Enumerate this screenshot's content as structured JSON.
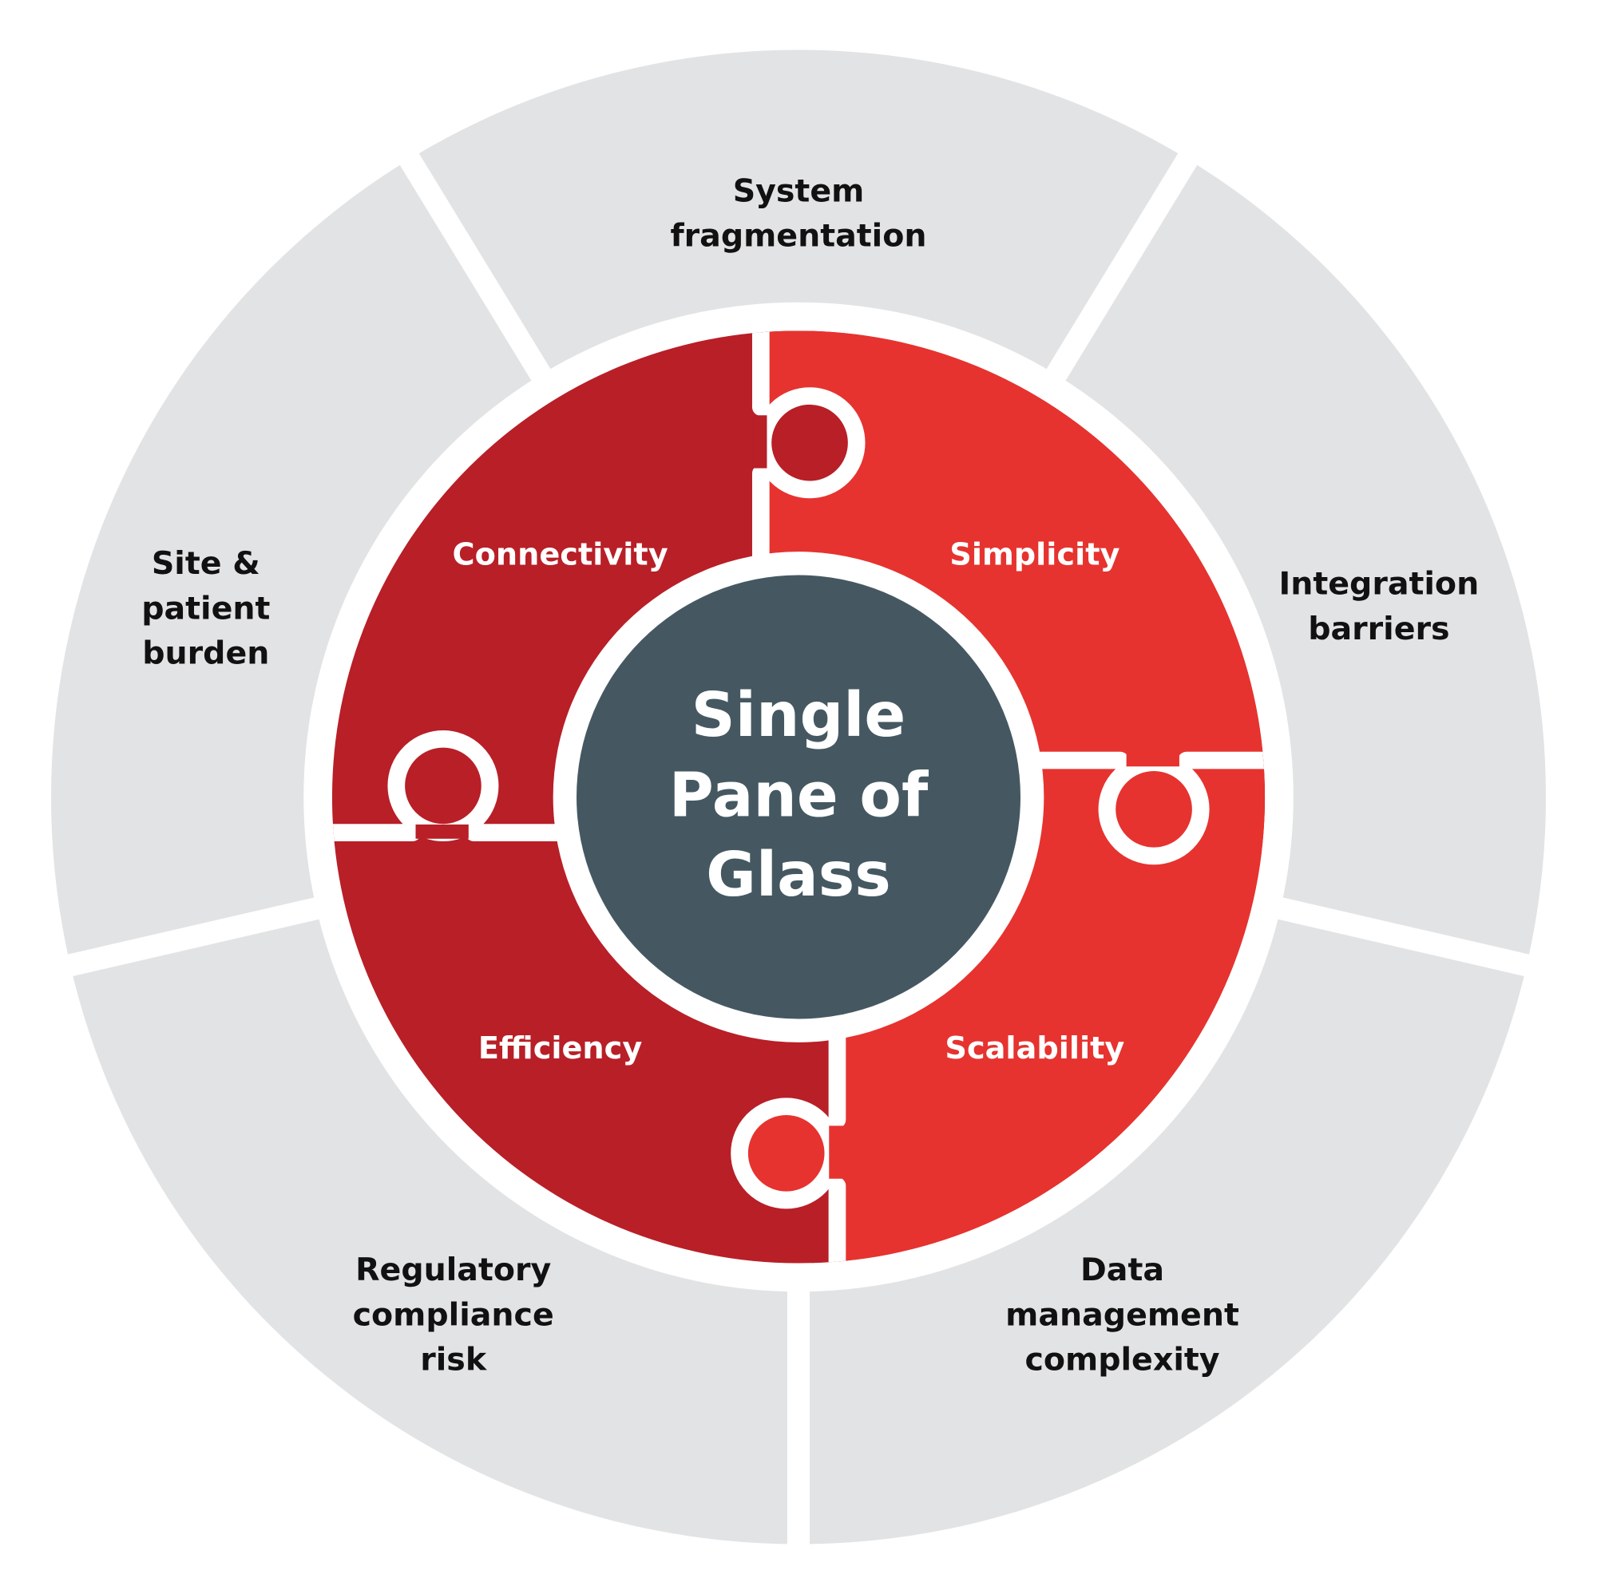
{
  "center": {
    "lines": [
      "Single",
      "Pane of",
      "Glass"
    ]
  },
  "pieces": [
    {
      "label": "Connectivity"
    },
    {
      "label": "Simplicity"
    },
    {
      "label": "Efficiency"
    },
    {
      "label": "Scalability"
    }
  ],
  "challenges": [
    {
      "lines": [
        "System",
        "fragmentation"
      ]
    },
    {
      "lines": [
        "Integration",
        "barriers"
      ]
    },
    {
      "lines": [
        "Data",
        "management",
        "complexity"
      ]
    },
    {
      "lines": [
        "Regulatory",
        "compliance",
        "risk"
      ]
    },
    {
      "lines": [
        "Site &",
        "patient",
        "burden"
      ]
    }
  ],
  "colors": {
    "ring": "#E2E3E5",
    "dark_red": "#B81F27",
    "red": "#E6332F",
    "center": "#455862"
  }
}
